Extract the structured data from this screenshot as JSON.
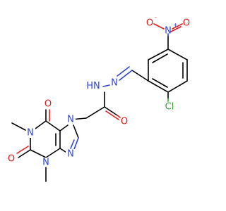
{
  "molecule": {
    "colors": {
      "carbon_bond": "#000000",
      "nitrogen": "#2e43d6",
      "oxygen": "#e21b1b",
      "chlorine": "#2aa52a",
      "background": "#ffffff"
    },
    "labels": {
      "nitro_o_top": "O",
      "nitro_o_top_charge": "-",
      "nitro_n": "N",
      "nitro_n_charge": "+",
      "nitro_o_bottom": "O",
      "chloro": "Cl",
      "imine_n": "N",
      "hydrazide_n": "N",
      "hydrazide_h": "H",
      "amide_o": "O",
      "purine_o6": "O",
      "purine_n7": "N",
      "purine_n9": "N",
      "purine_n1": "N",
      "purine_o2": "O",
      "purine_n3": "N"
    }
  }
}
